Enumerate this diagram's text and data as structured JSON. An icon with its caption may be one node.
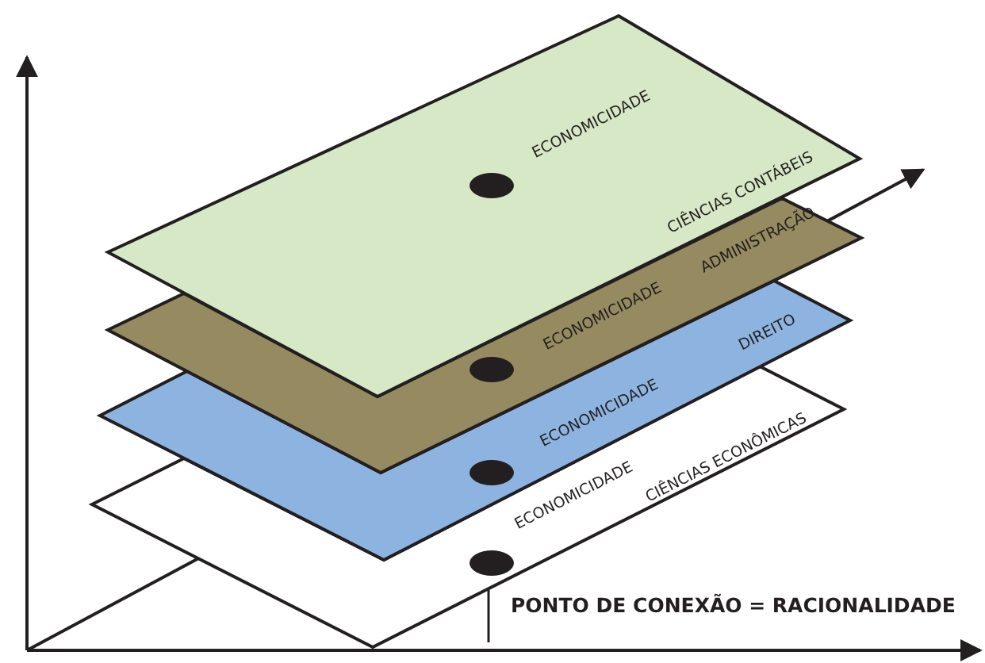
{
  "diagram": {
    "nodes": [
      {
        "text": [
          "ECONOMICIDADE",
          "CIÊNCIAS CONTÁBEIS"
        ]
      },
      {
        "text": [
          "ECONOMICIDADE",
          "ADMINISTRAÇÃO"
        ]
      },
      {
        "text": [
          "ECONOMICIDADE",
          "DIREITO"
        ]
      },
      {
        "text": [
          "ECONOMICIDADE",
          "CIÊNCIAS ECONÔMICAS"
        ]
      }
    ],
    "edges": [],
    "labels": [
      "PONTO DE CONEXÃO = RACIONALIDADE"
    ]
  }
}
